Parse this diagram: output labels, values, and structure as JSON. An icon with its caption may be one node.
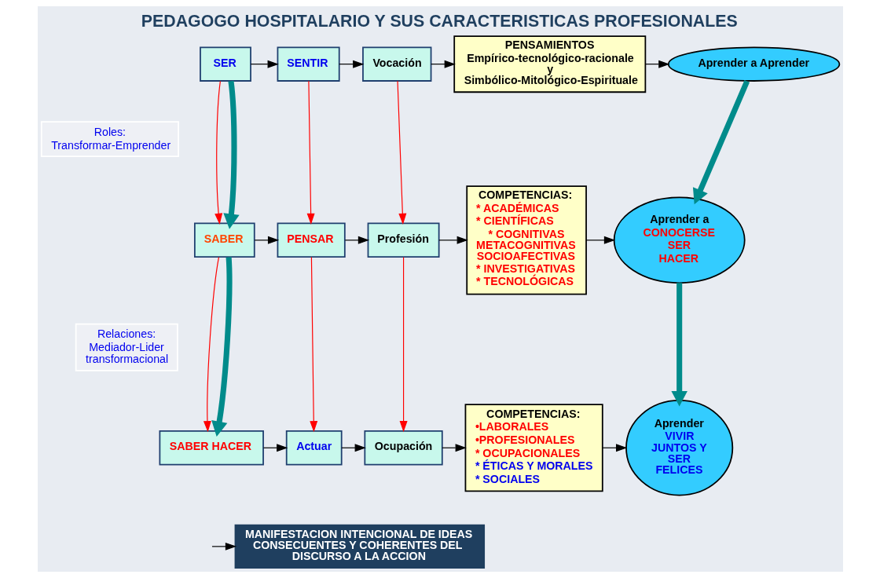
{
  "diagram": {
    "title": "PEDAGOGO HOSPITALARIO Y SUS CARACTERISTICAS PROFESIONALES",
    "nodes": [
      {
        "text": [
          "SER"
        ]
      },
      {
        "text": [
          "SENTIR"
        ]
      },
      {
        "text": [
          "Vocación"
        ]
      },
      {
        "text": [
          "PENSAMIENTOS",
          "Empírico-tecnológico-racionale y Simbólico-Mitológico-Espirituale"
        ]
      },
      {
        "text": [
          "Aprender a Aprender"
        ]
      },
      {
        "text": [
          "Roles:",
          "Transformar-Emprender"
        ]
      },
      {
        "text": [
          "SABER"
        ]
      },
      {
        "text": [
          "PENSAR"
        ]
      },
      {
        "text": [
          "Profesión"
        ]
      },
      {
        "text": [
          "COMPETENCIAS:",
          "* ACADÉMICAS",
          "* CIENTÍFICAS",
          "* COGNITIVAS METACOGNITIVAS SOCIOAFECTIVAS",
          "* INVESTIGATIVAS",
          "* TECNOLÓGICAS"
        ]
      },
      {
        "text": [
          "Aprender a",
          "CONOCERSE",
          "SER",
          "HACER"
        ]
      },
      {
        "text": [
          "Relaciones:",
          "Mediador-Lider transformacional"
        ]
      },
      {
        "text": [
          "SABER HACER"
        ]
      },
      {
        "text": [
          "Actuar"
        ]
      },
      {
        "text": [
          "Ocupación"
        ]
      },
      {
        "text": [
          "COMPETENCIAS:",
          "•LABORALES",
          "•PROFESIONALES",
          "* OCUPACIONALES",
          "* ÉTICAS Y MORALES",
          "* SOCIALES"
        ]
      },
      {
        "text": [
          "Aprender",
          "VIVIR JUNTOS Y SER FELICES"
        ]
      },
      {
        "text": [
          "MANIFESTACION INTENCIONAL DE IDEAS CONSECUENTES Y COHERENTES DEL DISCURSO A LA ACCION"
        ]
      }
    ],
    "edges": [
      {
        "from": 0,
        "to": 1,
        "arrow": "to"
      },
      {
        "from": 1,
        "to": 2,
        "arrow": "to"
      },
      {
        "from": 2,
        "to": 3,
        "arrow": "to"
      },
      {
        "from": 3,
        "to": 4,
        "arrow": "to"
      },
      {
        "from": 0,
        "to": 6,
        "arrow": "to",
        "color": "#ff0000"
      },
      {
        "from": 1,
        "to": 7,
        "arrow": "to",
        "color": "#ff0000"
      },
      {
        "from": 2,
        "to": 8,
        "arrow": "to",
        "color": "#ff0000"
      },
      {
        "from": 0,
        "to": 6,
        "arrow": "to",
        "style": "thick",
        "color": "#008b8b"
      },
      {
        "from": 6,
        "to": 7,
        "arrow": "to"
      },
      {
        "from": 7,
        "to": 8,
        "arrow": "to"
      },
      {
        "from": 8,
        "to": 9,
        "arrow": "to"
      },
      {
        "from": 9,
        "to": 10,
        "arrow": "to"
      },
      {
        "from": 4,
        "to": 10,
        "arrow": "to",
        "style": "thick",
        "color": "#008b8b"
      },
      {
        "from": 6,
        "to": 12,
        "arrow": "to",
        "color": "#ff0000"
      },
      {
        "from": 7,
        "to": 13,
        "arrow": "to",
        "color": "#ff0000"
      },
      {
        "from": 8,
        "to": 14,
        "arrow": "to",
        "color": "#ff0000"
      },
      {
        "from": 6,
        "to": 12,
        "arrow": "to",
        "style": "thick",
        "color": "#008b8b"
      },
      {
        "from": 12,
        "to": 13,
        "arrow": "to"
      },
      {
        "from": 13,
        "to": 14,
        "arrow": "to"
      },
      {
        "from": 14,
        "to": 15,
        "arrow": "to"
      },
      {
        "from": 15,
        "to": 16,
        "arrow": "to"
      },
      {
        "from": 10,
        "to": 16,
        "arrow": "to",
        "style": "thick",
        "color": "#008b8b"
      },
      {
        "from": null,
        "to": 17,
        "arrow": "to"
      }
    ]
  }
}
